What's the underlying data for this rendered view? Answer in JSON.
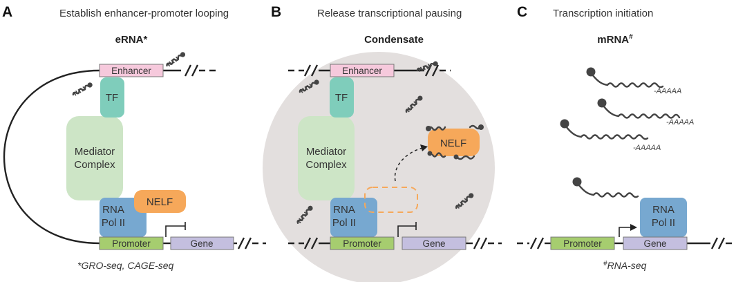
{
  "panels": [
    {
      "letter": "A",
      "heading": "Establish enhancer-promoter looping",
      "label": "eRNA*",
      "enhancer": "Enhancer",
      "tf": "TF",
      "mediator_line1": "Mediator",
      "mediator_line2": "Complex",
      "pol_line1": "RNA",
      "pol_line2": "Pol II",
      "nelf": "NELF",
      "promoter": "Promoter",
      "gene": "Gene",
      "footnote": "*GRO-seq, CAGE-seq"
    },
    {
      "letter": "B",
      "heading": "Release transcriptional pausing",
      "label": "Condensate",
      "enhancer": "Enhancer",
      "tf": "TF",
      "mediator_line1": "Mediator",
      "mediator_line2": "Complex",
      "pol_line1": "RNA",
      "pol_line2": "Pol II",
      "nelf": "NELF",
      "promoter": "Promoter",
      "gene": "Gene"
    },
    {
      "letter": "C",
      "heading": "Transcription initiation",
      "label_main": "mRNA",
      "label_sup": "#",
      "polya": "-AAAAA",
      "pol_line1": "RNA",
      "pol_line2": "Pol II",
      "promoter": "Promoter",
      "gene": "Gene",
      "footnote_sup": "#",
      "footnote": "RNA-seq"
    }
  ],
  "colors": {
    "enhancer": "#f6c9dc",
    "tf": "#7fcdbb",
    "mediator": "#cde5c6",
    "pol": "#77a8d0",
    "nelf": "#f6a85a",
    "promoter": "#a6cd6f",
    "gene": "#c4bfdf",
    "condensate": "#e3dfde",
    "rna": "#444444"
  },
  "icons": [
    "rna-strand-icon",
    "transcription-start-arrow-icon",
    "dashed-arrow-icon"
  ]
}
